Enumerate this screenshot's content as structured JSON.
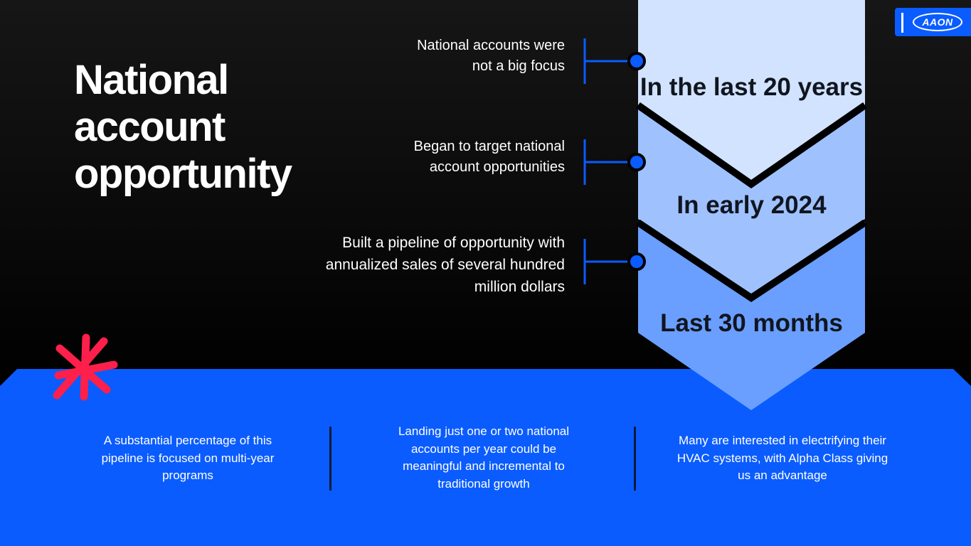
{
  "slide": {
    "title": "National account opportunity",
    "colors": {
      "background": "#000000",
      "accent_blue": "#0a5cff",
      "stage_1": "#d2e3ff",
      "stage_2": "#9fc2ff",
      "stage_3": "#6a9fff",
      "asterisk": "#ff1f4b"
    }
  },
  "timeline": {
    "stages": [
      {
        "label": "In the last 20 years",
        "note": "National accounts were not a big focus"
      },
      {
        "label": "In early 2024",
        "note": "Began to target national account opportunities"
      },
      {
        "label": "Last 30 months",
        "note": "Built a pipeline of opportunity with annualized sales of several hundred million dollars"
      }
    ]
  },
  "bottom": {
    "points": [
      "A substantial percentage of this pipeline is focused on multi-year programs",
      "Landing just one or two national accounts per year could be meaningful and incremental to traditional growth",
      "Many are interested in electrifying their HVAC systems, with Alpha Class giving us an advantage"
    ]
  },
  "logo": {
    "text": "AAON"
  },
  "icons": [
    "asterisk-icon",
    "timeline-dot-icon"
  ]
}
